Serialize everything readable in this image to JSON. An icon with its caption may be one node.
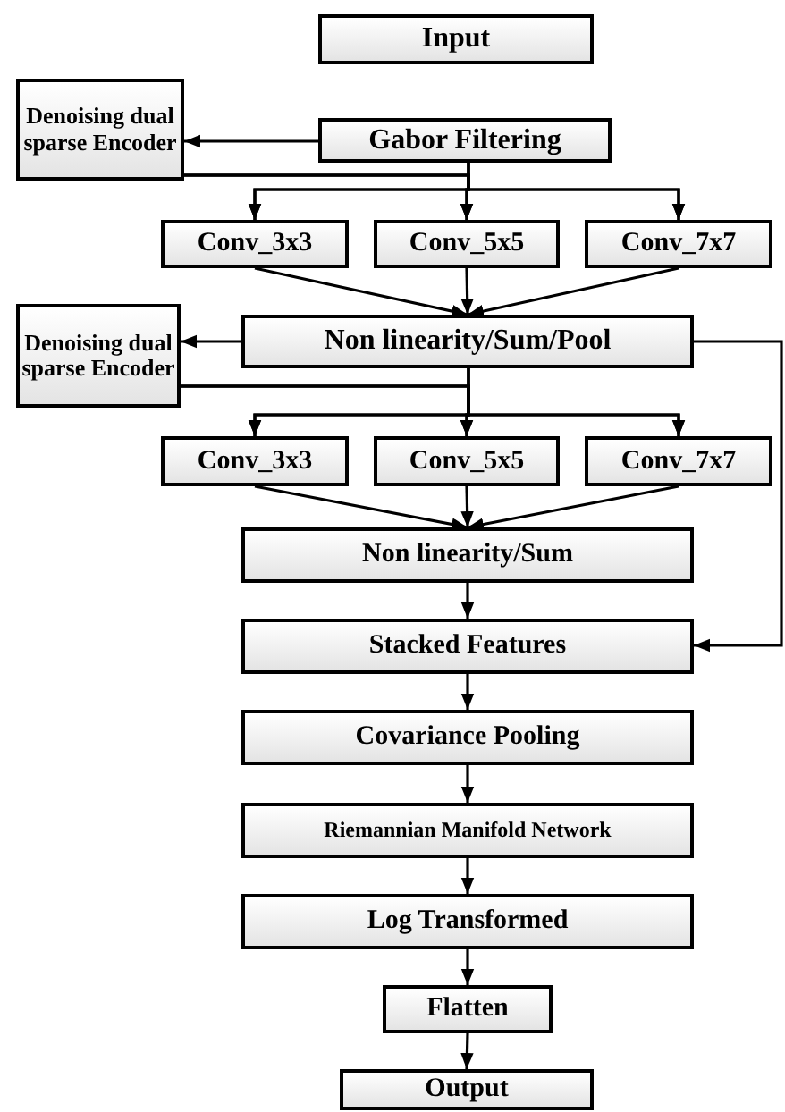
{
  "diagram": {
    "nodes": [
      {
        "text": [
          "Input"
        ]
      },
      {
        "text": [
          "Denoising dual sparse Encoder"
        ]
      },
      {
        "text": [
          "Gabor Filtering"
        ]
      },
      {
        "text": [
          "Conv_3x3"
        ]
      },
      {
        "text": [
          "Conv_5x5"
        ]
      },
      {
        "text": [
          "Conv_7x7"
        ]
      },
      {
        "text": [
          "Denoising dual sparse Encoder"
        ]
      },
      {
        "text": [
          "Non linearity/Sum/Pool"
        ]
      },
      {
        "text": [
          "Conv_3x3"
        ]
      },
      {
        "text": [
          "Conv_5x5"
        ]
      },
      {
        "text": [
          "Conv_7x7"
        ]
      },
      {
        "text": [
          "Non linearity/Sum"
        ]
      },
      {
        "text": [
          "Stacked Features"
        ]
      },
      {
        "text": [
          "Covariance Pooling"
        ]
      },
      {
        "text": [
          "Riemannian Manifold Network"
        ]
      },
      {
        "text": [
          "Log Transformed"
        ]
      },
      {
        "text": [
          "Flatten"
        ]
      },
      {
        "text": [
          "Output"
        ]
      }
    ],
    "edges": [
      {
        "from": 2,
        "to": 1,
        "arrow": "to"
      },
      {
        "from": 2,
        "to": 3,
        "arrow": "to"
      },
      {
        "from": 2,
        "to": 4,
        "arrow": "to"
      },
      {
        "from": 2,
        "to": 5,
        "arrow": "to"
      },
      {
        "from": 1,
        "to": 3,
        "arrow": "to"
      },
      {
        "from": 1,
        "to": 4,
        "arrow": "to"
      },
      {
        "from": 1,
        "to": 5,
        "arrow": "to"
      },
      {
        "from": 3,
        "to": 7,
        "arrow": "to"
      },
      {
        "from": 4,
        "to": 7,
        "arrow": "to"
      },
      {
        "from": 5,
        "to": 7,
        "arrow": "to"
      },
      {
        "from": 7,
        "to": 6,
        "arrow": "to"
      },
      {
        "from": 7,
        "to": 8,
        "arrow": "to"
      },
      {
        "from": 7,
        "to": 9,
        "arrow": "to"
      },
      {
        "from": 7,
        "to": 10,
        "arrow": "to"
      },
      {
        "from": 6,
        "to": 8,
        "arrow": "to"
      },
      {
        "from": 6,
        "to": 9,
        "arrow": "to"
      },
      {
        "from": 6,
        "to": 10,
        "arrow": "to"
      },
      {
        "from": 8,
        "to": 11,
        "arrow": "to"
      },
      {
        "from": 9,
        "to": 11,
        "arrow": "to"
      },
      {
        "from": 10,
        "to": 11,
        "arrow": "to"
      },
      {
        "from": 11,
        "to": 12,
        "arrow": "to"
      },
      {
        "from": 7,
        "to": 12,
        "arrow": "to"
      },
      {
        "from": 12,
        "to": 13,
        "arrow": "to"
      },
      {
        "from": 13,
        "to": 14,
        "arrow": "to"
      },
      {
        "from": 14,
        "to": 15,
        "arrow": "to"
      },
      {
        "from": 15,
        "to": 16,
        "arrow": "to"
      },
      {
        "from": 16,
        "to": 17,
        "arrow": "to"
      }
    ]
  }
}
